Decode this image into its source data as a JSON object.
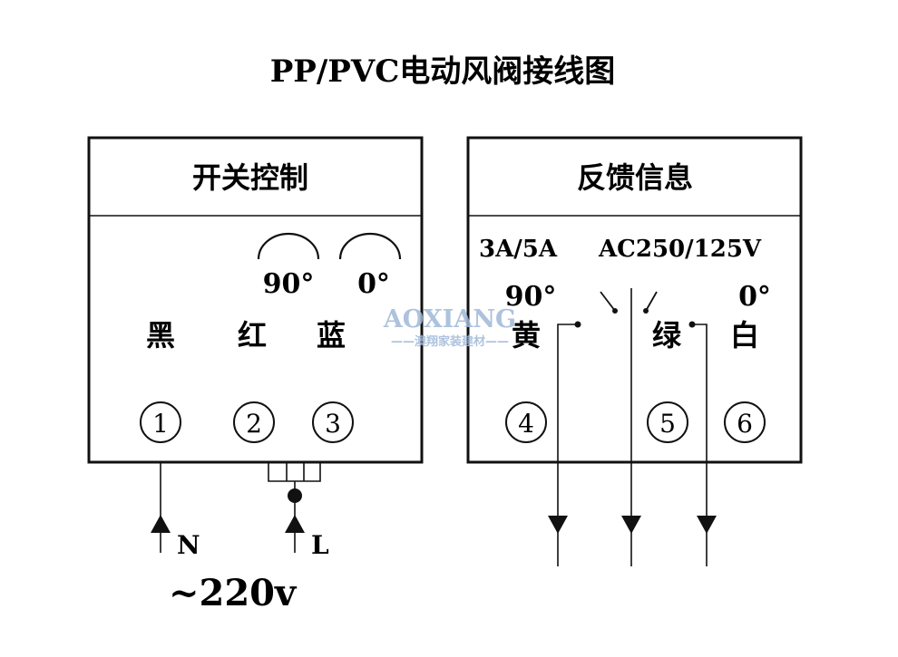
{
  "title": "PP/PVC电动风阀接线图",
  "left_panel": {
    "header": "开关控制",
    "positions": [
      "90°",
      "0°"
    ],
    "wires": [
      "黑",
      "红",
      "蓝"
    ],
    "terminals": [
      "1",
      "2",
      "3"
    ]
  },
  "right_panel": {
    "header": "反馈信息",
    "rating_left": "3A/5A",
    "rating_right": "AC250/125V",
    "positions": [
      "90°",
      "0°"
    ],
    "wires": [
      "黄",
      "绿",
      "白"
    ],
    "terminals": [
      "4",
      "5",
      "6"
    ]
  },
  "supply": {
    "neutral": "N",
    "line": "L",
    "voltage": "~220v"
  },
  "watermark": {
    "brand": "AOXIANG",
    "tagline": "——澳翔家装建材——"
  },
  "colors": {
    "line": "#111111",
    "watermark": "#9fb8d8"
  }
}
